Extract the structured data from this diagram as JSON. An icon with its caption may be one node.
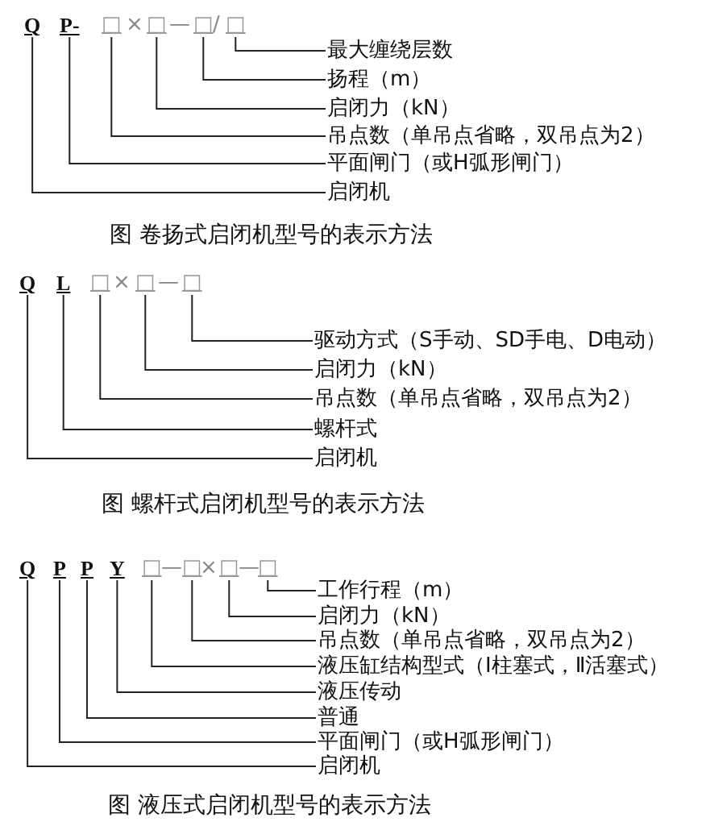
{
  "diagram": {
    "nodes": [
      {
        "text": [
          "Q"
        ]
      },
      {
        "text": [
          "P-"
        ]
      },
      {
        "text": [
          "□"
        ]
      },
      {
        "text": [
          "□"
        ]
      },
      {
        "text": [
          "□"
        ]
      },
      {
        "text": [
          "□"
        ]
      },
      {
        "text": [
          "最大缠绕层数"
        ]
      },
      {
        "text": [
          "扬程（m）"
        ]
      },
      {
        "text": [
          "启闭力（kN）"
        ]
      },
      {
        "text": [
          "吊点数（单吊点省略，双吊点为2）"
        ]
      },
      {
        "text": [
          "平面闸门（或H弧形闸门）"
        ]
      },
      {
        "text": [
          "启闭机"
        ]
      },
      {
        "text": [
          "Q"
        ]
      },
      {
        "text": [
          "L"
        ]
      },
      {
        "text": [
          "□"
        ]
      },
      {
        "text": [
          "□"
        ]
      },
      {
        "text": [
          "□"
        ]
      },
      {
        "text": [
          "驱动方式（S手动、SD手电、D电动）"
        ]
      },
      {
        "text": [
          "启闭力（kN）"
        ]
      },
      {
        "text": [
          "吊点数（单吊点省略，双吊点为2）"
        ]
      },
      {
        "text": [
          "螺杆式"
        ]
      },
      {
        "text": [
          "启闭机"
        ]
      },
      {
        "text": [
          "Q"
        ]
      },
      {
        "text": [
          "P"
        ]
      },
      {
        "text": [
          "P"
        ]
      },
      {
        "text": [
          "Y"
        ]
      },
      {
        "text": [
          "□"
        ]
      },
      {
        "text": [
          "□"
        ]
      },
      {
        "text": [
          "□"
        ]
      },
      {
        "text": [
          "□"
        ]
      },
      {
        "text": [
          "工作行程（m）"
        ]
      },
      {
        "text": [
          "启闭力（kN）"
        ]
      },
      {
        "text": [
          "吊点数（单吊点省略，双吊点为2）"
        ]
      },
      {
        "text": [
          "液压缸结构型式（Ⅰ柱塞式，Ⅱ活塞式）"
        ]
      },
      {
        "text": [
          "液压传动"
        ]
      },
      {
        "text": [
          "普通"
        ]
      },
      {
        "text": [
          "平面闸门（或H弧形闸门）"
        ]
      },
      {
        "text": [
          "启闭机"
        ]
      }
    ],
    "edges": [
      {
        "from": 5,
        "to": 6,
        "arrow": "none"
      },
      {
        "from": 4,
        "to": 7,
        "arrow": "none"
      },
      {
        "from": 3,
        "to": 8,
        "arrow": "none"
      },
      {
        "from": 2,
        "to": 9,
        "arrow": "none"
      },
      {
        "from": 1,
        "to": 10,
        "arrow": "none"
      },
      {
        "from": 0,
        "to": 11,
        "arrow": "none"
      },
      {
        "from": 16,
        "to": 17,
        "arrow": "none"
      },
      {
        "from": 15,
        "to": 18,
        "arrow": "none"
      },
      {
        "from": 14,
        "to": 19,
        "arrow": "none"
      },
      {
        "from": 13,
        "to": 20,
        "arrow": "none"
      },
      {
        "from": 12,
        "to": 21,
        "arrow": "none"
      },
      {
        "from": 29,
        "to": 30,
        "arrow": "none"
      },
      {
        "from": 28,
        "to": 31,
        "arrow": "none"
      },
      {
        "from": 27,
        "to": 32,
        "arrow": "none"
      },
      {
        "from": 26,
        "to": 33,
        "arrow": "none"
      },
      {
        "from": 25,
        "to": 34,
        "arrow": "none"
      },
      {
        "from": 24,
        "to": 35,
        "arrow": "none"
      },
      {
        "from": 23,
        "to": 36,
        "arrow": "none"
      },
      {
        "from": 22,
        "to": 37,
        "arrow": "none"
      }
    ],
    "labels": [
      "×",
      "—",
      "/",
      "图 卷扬式启闭机型号的表示方法",
      "×",
      "—",
      "图 螺杆式启闭机型号的表示方法",
      "—",
      "×",
      "—",
      "图 液压式启闭机型号的表示方法"
    ]
  }
}
